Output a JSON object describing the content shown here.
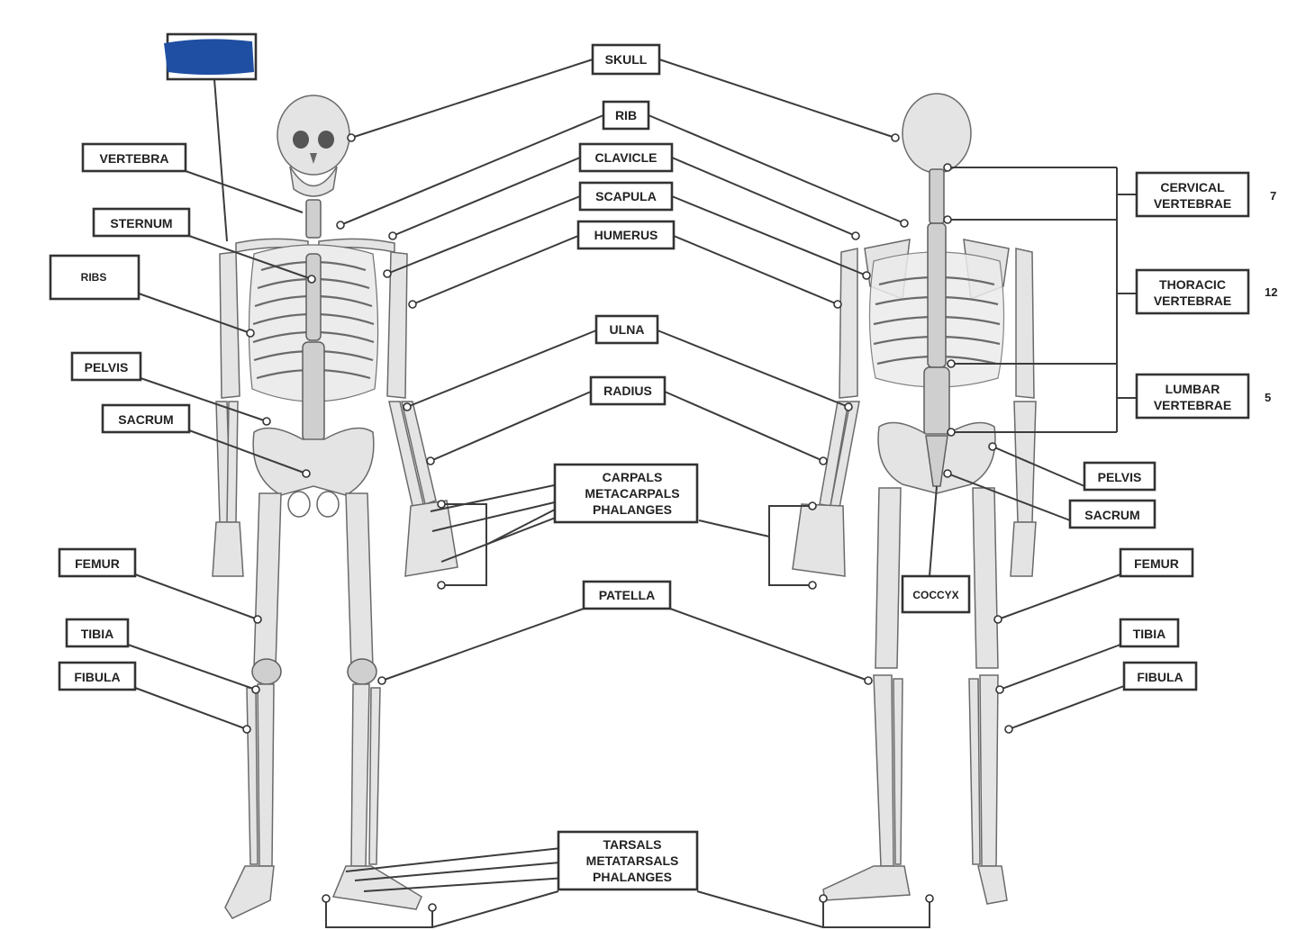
{
  "labels": {
    "skull": "SKULL",
    "rib": "RIB",
    "clavicle": "CLAVICLE",
    "scapula": "SCAPULA",
    "humerus": "HUMERUS",
    "ulna": "ULNA",
    "radius": "RADIUS",
    "carpals": "CARPALS",
    "metacarpals": "METACARPALS",
    "hand_phalanges": "PHALANGES",
    "patella": "PATELLA",
    "tarsals": "TARSALS",
    "metatarsals": "METATARSALS",
    "foot_phalanges": "PHALANGES",
    "vertebra": "VERTEBRA",
    "sternum": "STERNUM",
    "ribs": "RIBS",
    "pelvis_left": "PELVIS",
    "sacrum_left": "SACRUM",
    "femur_left": "FEMUR",
    "tibia_left": "TIBIA",
    "fibula_left": "FIBULA",
    "cervical_line1": "CERVICAL",
    "cervical_line2": "VERTEBRAE",
    "thoracic_line1": "THORACIC",
    "thoracic_line2": "VERTEBRAE",
    "lumbar_line1": "LUMBAR",
    "lumbar_line2": "VERTEBRAE",
    "pelvis_right": "PELVIS",
    "sacrum_right": "SACRUM",
    "coccyx": "COCCYX",
    "femur_right": "FEMUR",
    "tibia_right": "TIBIA",
    "fibula_right": "FIBULA"
  },
  "counts": {
    "cervical": "7",
    "thoracic": "12",
    "lumbar": "5"
  },
  "colors": {
    "redaction": "#1e4fa3",
    "bone": "#e4e4e4",
    "outline": "#333333"
  }
}
